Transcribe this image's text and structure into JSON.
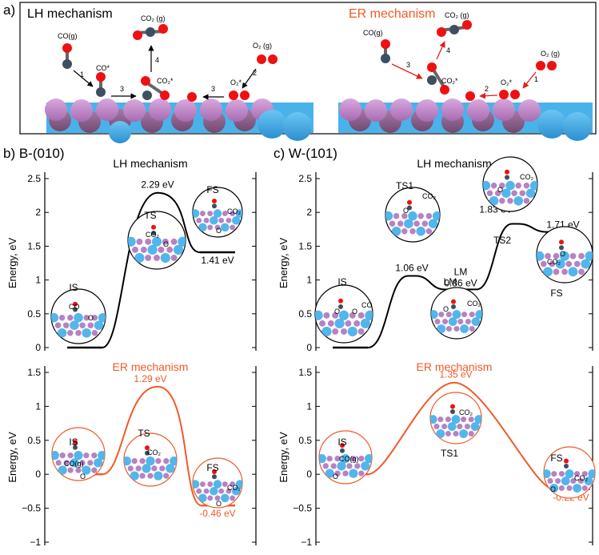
{
  "panel_a": {
    "label": "a)",
    "lh_title": "LH mechanism",
    "er_title": "ER mechanism",
    "lh_labels": [
      "CO(g)",
      "CO*",
      "CO₂ (g)",
      "CO₂*",
      "O₂ (g)",
      "O₂*"
    ],
    "lh_steps": [
      "1",
      "3",
      "4",
      "3",
      "2"
    ],
    "er_labels": [
      "CO(g)",
      "CO₂ (g)",
      "CO₂*",
      "O₂ (g)",
      "O₂*"
    ],
    "er_steps": [
      "3",
      "4",
      "2",
      "1"
    ]
  },
  "panel_b": {
    "label": "b) B-(010)"
  },
  "panel_c": {
    "label": "c) W-(101)"
  },
  "colors": {
    "lh": "#000000",
    "er": "#f05a28",
    "co_carbon": "#3d4f60",
    "oxygen": "#ee1111",
    "surface_pink": "#c98ed1",
    "surface_blue": "#4ab2ea"
  },
  "chart_data": [
    {
      "type": "line",
      "id": "b_lh",
      "title": "LH mechanism",
      "ylabel": "Energy, eV",
      "ylim": [
        0,
        2.5
      ],
      "yticks": [
        "0",
        "0.5",
        "1",
        "1.5",
        "2",
        "2.5"
      ],
      "color": "#000000",
      "states": [
        {
          "label": "IS",
          "energy": 0.0
        },
        {
          "label": "TS",
          "energy": 2.29
        },
        {
          "label": "FS",
          "energy": 1.41
        }
      ],
      "value_labels": [
        "2.29 eV",
        "1.41 eV"
      ],
      "inset_labels": [
        "IS",
        "CO",
        "O",
        "TS",
        "CO₂",
        "O",
        "FS",
        "CO₂",
        "O"
      ]
    },
    {
      "type": "line",
      "id": "b_er",
      "title": "ER mechanism",
      "ylabel": "Energy, eV",
      "ylim": [
        -1,
        1.5
      ],
      "yticks": [
        "−1",
        "−0.5",
        "0",
        "0.5",
        "1",
        "1.5"
      ],
      "color": "#f05a28",
      "states": [
        {
          "label": "IS",
          "energy": 0.0
        },
        {
          "label": "TS",
          "energy": 1.29
        },
        {
          "label": "FS",
          "energy": -0.46
        }
      ],
      "value_labels": [
        "1.29 eV",
        "-0.46 eV"
      ],
      "inset_labels": [
        "IS",
        "CO(g)",
        "O",
        "TS",
        "CO₂",
        "FS",
        "CO₂",
        "O"
      ]
    },
    {
      "type": "line",
      "id": "c_lh",
      "title": "LH mechanism",
      "ylabel": "Energy, eV",
      "ylim": [
        0,
        2.5
      ],
      "yticks": [
        "0",
        "0.5",
        "1",
        "1.5",
        "2",
        "2.5"
      ],
      "color": "#000000",
      "states": [
        {
          "label": "IS",
          "energy": 0.0
        },
        {
          "label": "TS1",
          "energy": 1.06
        },
        {
          "label": "LM",
          "energy": 0.86
        },
        {
          "label": "TS2",
          "energy": 1.83
        },
        {
          "label": "FS",
          "energy": 1.71
        }
      ],
      "value_labels": [
        "1.06 eV",
        "0.86 eV",
        "1.83 eV",
        "1.71 eV"
      ],
      "inset_labels": [
        "IS",
        "O",
        "O",
        "CO",
        "TS1",
        "CO₂",
        "O",
        "LM",
        "O",
        "CO₂",
        "TS2",
        "O",
        "CO₂",
        "FS",
        "CO₂",
        "O"
      ]
    },
    {
      "type": "line",
      "id": "c_er",
      "title": "ER mechanism",
      "ylabel": "Energy, eV",
      "ylim": [
        -1,
        1.5
      ],
      "yticks": [
        "−1",
        "−0.5",
        "0",
        "0.5",
        "1",
        "1.5"
      ],
      "color": "#f05a28",
      "states": [
        {
          "label": "IS",
          "energy": 0.0
        },
        {
          "label": "TS1",
          "energy": 1.35
        },
        {
          "label": "FS",
          "energy": -0.22
        }
      ],
      "value_labels": [
        "1.35 eV",
        "-0.22 eV"
      ],
      "inset_labels": [
        "IS",
        "CO(g)",
        "O",
        "TS1",
        "CO₂",
        "FS",
        "CO₂",
        "O"
      ]
    }
  ]
}
